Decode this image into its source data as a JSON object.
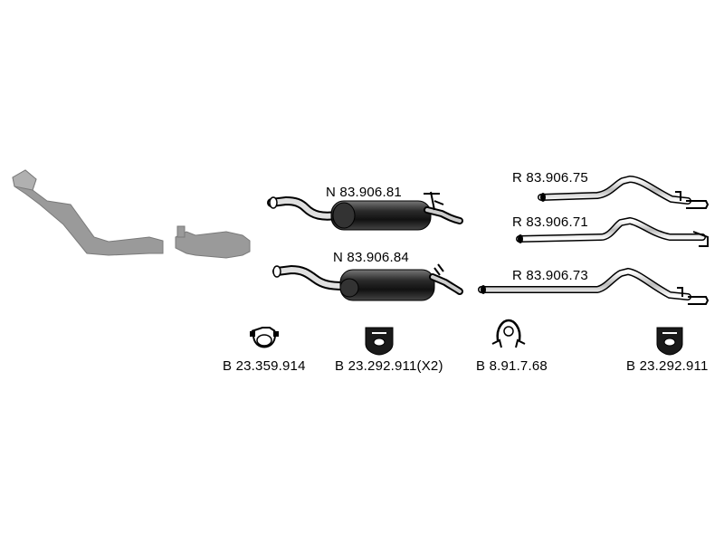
{
  "parts": {
    "n1": "N 83.906.81",
    "n2": "N 83.906.84",
    "r1": "R 83.906.75",
    "r2": "R 83.906.71",
    "r3": "R 83.906.73",
    "b1": "B 23.359.914",
    "b2": "B 23.292.911(X2)",
    "b3": "B 8.91.7.68",
    "b4": "B 23.292.911"
  },
  "colors": {
    "catalyst_grey": "#9a9a9a",
    "muffler_dark": "#1e1e1e",
    "outline": "#000000"
  }
}
